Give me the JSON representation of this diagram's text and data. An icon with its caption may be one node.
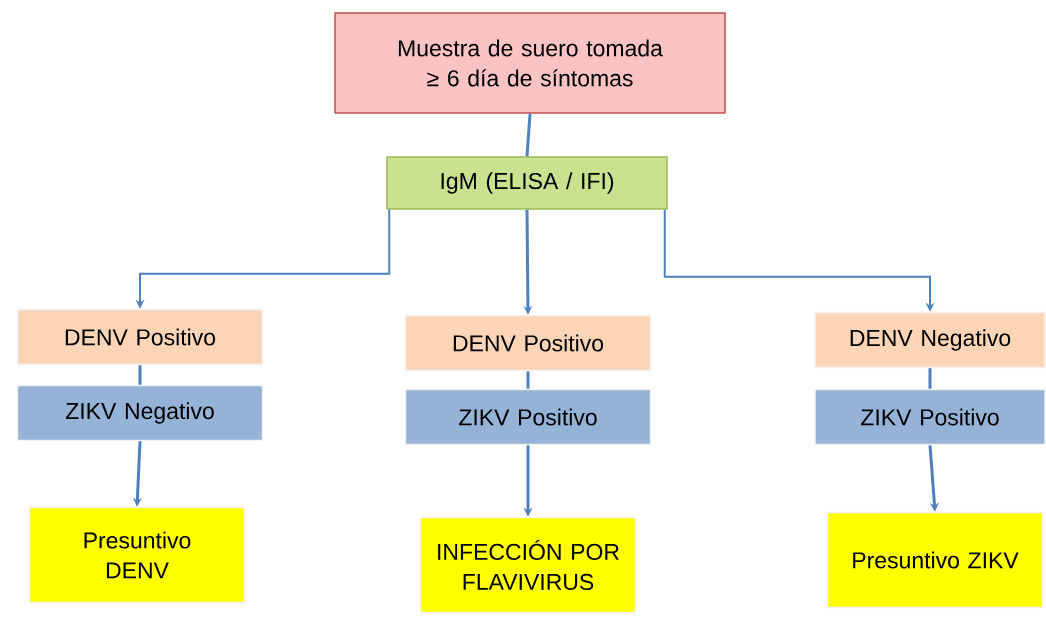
{
  "diagram": {
    "nodes": [
      {
        "text": [
          "Muestra de suero tomada ≥ 6 día de síntomas"
        ]
      },
      {
        "text": [
          "IgM (ELISA / IFI)"
        ]
      },
      {
        "text": [
          "DENV Positivo"
        ]
      },
      {
        "text": [
          "ZIKV Negativo"
        ]
      },
      {
        "text": [
          "Presuntivo DENV"
        ]
      },
      {
        "text": [
          "DENV Positivo"
        ]
      },
      {
        "text": [
          "ZIKV Positivo"
        ]
      },
      {
        "text": [
          "INFECCIÓN POR FLAVIVIRUS"
        ]
      },
      {
        "text": [
          "DENV Negativo"
        ]
      },
      {
        "text": [
          "ZIKV Positivo"
        ]
      },
      {
        "text": [
          "Presuntivo ZIKV"
        ]
      }
    ],
    "edges": [
      {
        "from": 0,
        "to": 1,
        "arrow": "none"
      },
      {
        "from": 1,
        "to": 2,
        "arrow": "to"
      },
      {
        "from": 1,
        "to": 5,
        "arrow": "to"
      },
      {
        "from": 1,
        "to": 8,
        "arrow": "to"
      },
      {
        "from": 2,
        "to": 3,
        "arrow": "none"
      },
      {
        "from": 3,
        "to": 4,
        "arrow": "to"
      },
      {
        "from": 5,
        "to": 6,
        "arrow": "none"
      },
      {
        "from": 6,
        "to": 7,
        "arrow": "to"
      },
      {
        "from": 8,
        "to": 9,
        "arrow": "none"
      },
      {
        "from": 9,
        "to": 10,
        "arrow": "to"
      }
    ]
  }
}
